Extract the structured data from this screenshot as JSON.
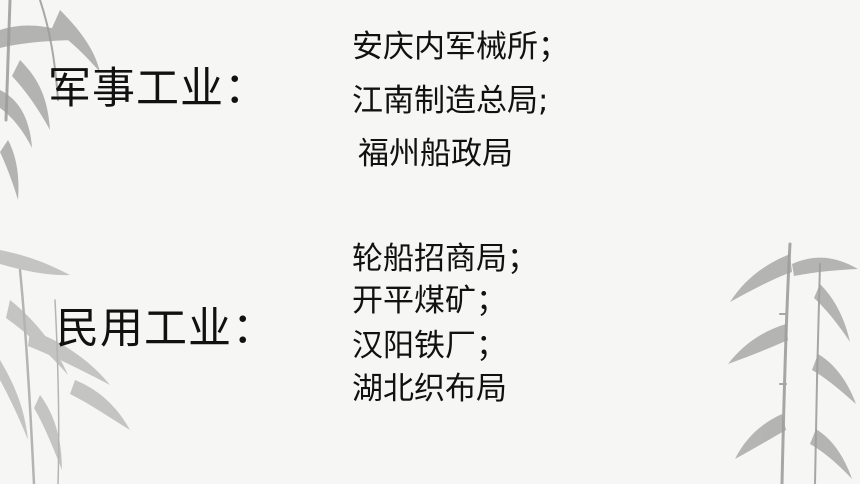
{
  "military": {
    "heading": "军事工业：",
    "items": [
      "安庆内军械所；",
      "江南制造总局;",
      "福州船政局"
    ]
  },
  "civil": {
    "heading": "民用工业：",
    "items": [
      "轮船招商局；",
      "开平煤矿；",
      "汉阳铁厂；",
      "湖北织布局"
    ]
  },
  "decoration": {
    "left_icon": "bamboo-ink-painting-icon",
    "right_icon": "bamboo-ink-painting-icon",
    "ink_color": "#9a9a98",
    "background": "#f6f6f5"
  }
}
